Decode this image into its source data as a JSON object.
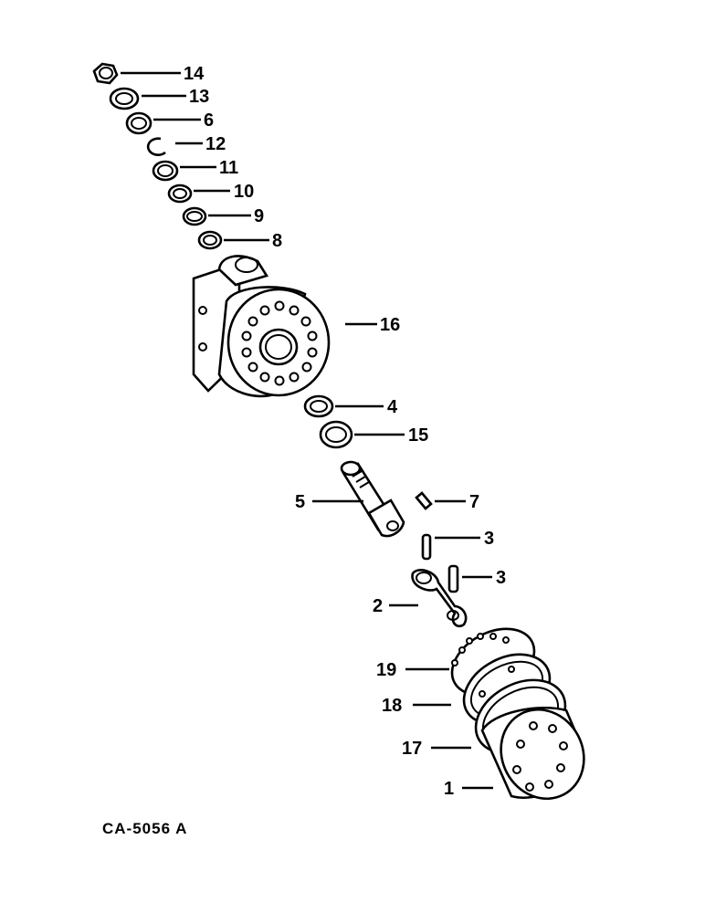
{
  "diagram": {
    "drawing_code": "CA-5056 A",
    "callouts": [
      {
        "id": "14",
        "label": "14"
      },
      {
        "id": "13",
        "label": "13"
      },
      {
        "id": "6",
        "label": "6"
      },
      {
        "id": "12",
        "label": "12"
      },
      {
        "id": "11",
        "label": "11"
      },
      {
        "id": "10",
        "label": "10"
      },
      {
        "id": "9",
        "label": "9"
      },
      {
        "id": "8",
        "label": "8"
      },
      {
        "id": "16",
        "label": "16"
      },
      {
        "id": "4",
        "label": "4"
      },
      {
        "id": "15",
        "label": "15"
      },
      {
        "id": "5",
        "label": "5"
      },
      {
        "id": "7",
        "label": "7"
      },
      {
        "id": "3a",
        "label": "3"
      },
      {
        "id": "3b",
        "label": "3"
      },
      {
        "id": "2",
        "label": "2"
      },
      {
        "id": "19",
        "label": "19"
      },
      {
        "id": "18",
        "label": "18"
      },
      {
        "id": "17",
        "label": "17"
      },
      {
        "id": "1",
        "label": "1"
      }
    ]
  }
}
